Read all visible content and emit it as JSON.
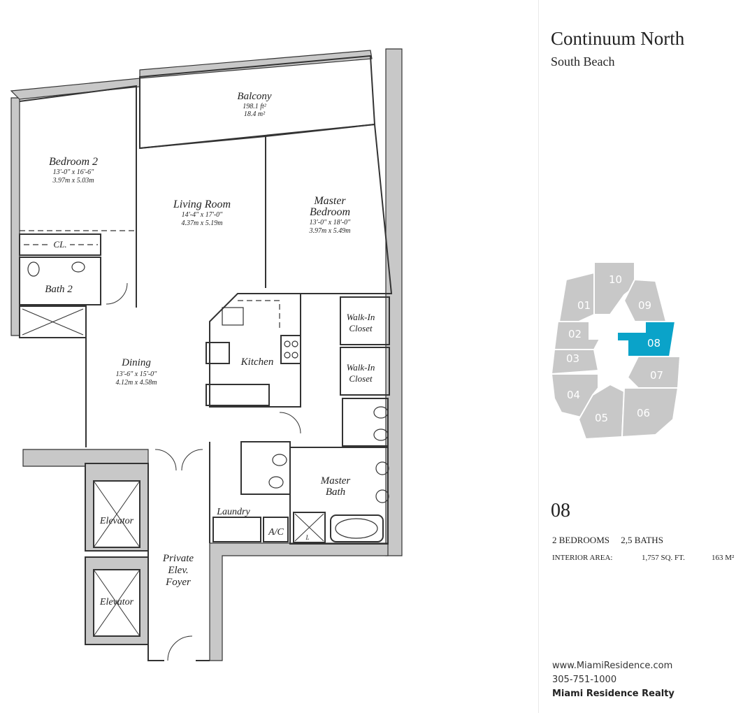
{
  "building": {
    "name": "Continuum North",
    "location": "South Beach"
  },
  "plan_labels": {
    "balcony": {
      "name": "Balcony",
      "size_ft": "198.1 ft²",
      "size_m": "18.4 m²"
    },
    "bedroom2": {
      "name": "Bedroom 2",
      "dim_ft": "13'-0\" x 16'-6\"",
      "dim_m": "3.97m x 5.03m"
    },
    "living": {
      "name": "Living Room",
      "dim_ft": "14'-4\" x 17'-0\"",
      "dim_m": "4.37m x 5.19m"
    },
    "master_bed": {
      "name1": "Master",
      "name2": "Bedroom",
      "dim_ft": "13'-0\" x 18'-0\"",
      "dim_m": "3.97m x 5.49m"
    },
    "closet": "CL.",
    "bath2": "Bath 2",
    "walkin1": {
      "l1": "Walk-In",
      "l2": "Closet"
    },
    "walkin2": {
      "l1": "Walk-In",
      "l2": "Closet"
    },
    "dining": {
      "name": "Dining",
      "dim_ft": "13'-6\" x 15'-0\"",
      "dim_m": "4.12m x 4.58m"
    },
    "kitchen": "Kitchen",
    "master_bath": {
      "l1": "Master",
      "l2": "Bath"
    },
    "laundry": "Laundry",
    "ac": "A/C",
    "linen": "L",
    "elevator1": "Elevator",
    "elevator2": "Elevator",
    "foyer": {
      "l1": "Private",
      "l2": "Elev.",
      "l3": "Foyer"
    }
  },
  "keyplan": {
    "units": [
      "10",
      "01",
      "09",
      "02",
      "08",
      "03",
      "07",
      "04",
      "05",
      "06"
    ],
    "highlighted": "08",
    "highlight_color": "#0aa3c9",
    "unit_color": "#c8c8c8"
  },
  "unit": {
    "number": "08",
    "bedrooms": "2 BEDROOMS",
    "baths": "2,5 BATHS",
    "area_label": "INTERIOR AREA:",
    "area_sqft": "1,757 SQ. FT.",
    "area_m2": "163 M²"
  },
  "contact": {
    "website": "www.MiamiResidence.com",
    "phone": "305-751-1000",
    "company": "Miami Residence Realty"
  }
}
